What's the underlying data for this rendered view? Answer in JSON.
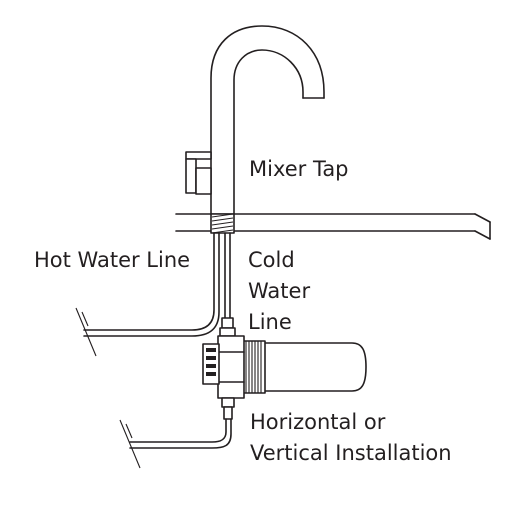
{
  "labels": {
    "mixer_tap": "Mixer Tap",
    "hot_water_line": "Hot Water Line",
    "cold_water_line": [
      "Cold",
      "Water",
      "Line"
    ],
    "installation": [
      "Horizontal or",
      "Vertical Installation"
    ]
  },
  "colors": {
    "line": "#231f20",
    "background": "#ffffff"
  }
}
